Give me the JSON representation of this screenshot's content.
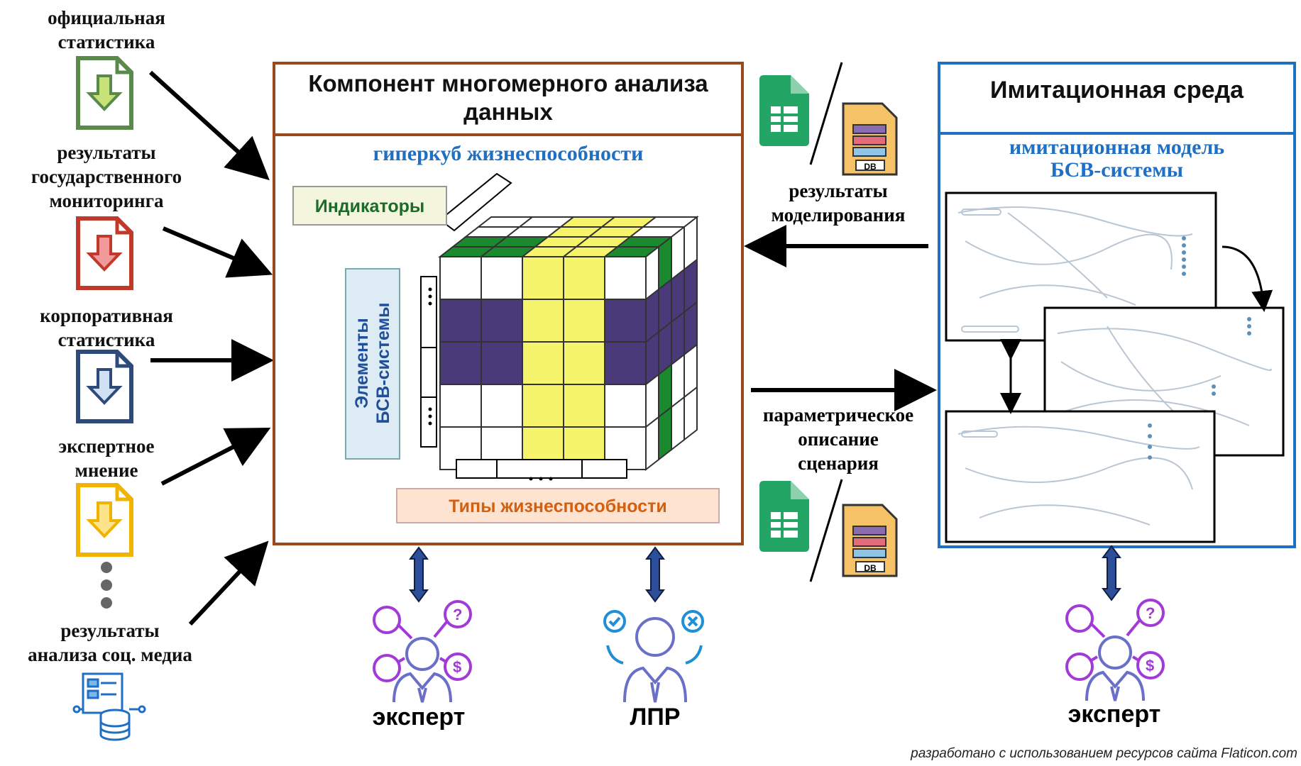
{
  "sources": [
    "официальная\nстатистика",
    "результаты\nгосударственного\nмониторинга",
    "корпоративная\nстатистика",
    "экспертное\nмнение",
    "результаты\nанализа  соц. медиа"
  ],
  "colors": {
    "source1": "#5a8a4a",
    "source2": "#c0392b",
    "source3": "#2e4a7a",
    "source4": "#f0b400",
    "olap_border": "#9a4a1a",
    "sim_border": "#1f6fc5",
    "cube_green": "#1b8a2f",
    "cube_yellow": "#f6f46a",
    "cube_purple": "#4b3a7a",
    "arrow_blue": "#2d4f9a",
    "person_purple": "#a13ad6"
  },
  "olap": {
    "title": "Компонент многомерного анализа данных",
    "subtitle": "гиперкуб жизнеспособности",
    "indicators": "Индикаторы",
    "elements": "Элементы\nБСВ-системы",
    "types": "Типы жизнеспособности"
  },
  "sim": {
    "title": "Имитационная среда",
    "subtitle": "имитационная модель\nБСВ-системы"
  },
  "middle": {
    "results": "результаты\nмоделирования",
    "scenario": "параметрическое\nописание\nсценария",
    "db": "DB"
  },
  "actors": {
    "expert1": "эксперт",
    "lpr": "ЛПР",
    "expert2": "эксперт"
  },
  "footer": "разработано с использованием ресурсов сайта Flaticon.com"
}
